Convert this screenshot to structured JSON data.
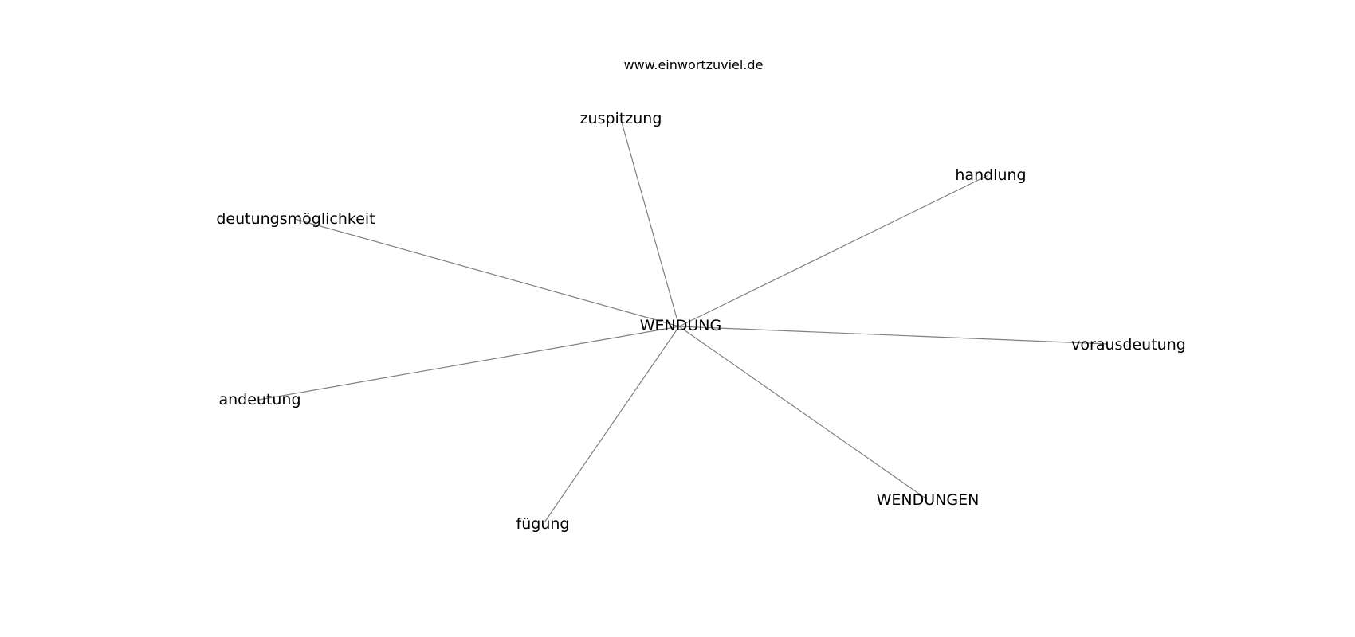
{
  "source": "www.einwortzuviel.de",
  "center": {
    "label": "WENDUNG"
  },
  "neighbors": [
    {
      "id": "zuspitzung",
      "label": "zuspitzung"
    },
    {
      "id": "handlung",
      "label": "handlung"
    },
    {
      "id": "deutungsmoeglichkeit",
      "label": "deutungsmöglichkeit"
    },
    {
      "id": "vorausdeutung",
      "label": "vorausdeutung"
    },
    {
      "id": "andeutung",
      "label": "andeutung"
    },
    {
      "id": "wendungen",
      "label": "WENDUNGEN"
    },
    {
      "id": "fuegung",
      "label": "fügung"
    }
  ],
  "colors": {
    "edge": "#808080",
    "text": "#000000",
    "background": "#ffffff"
  }
}
